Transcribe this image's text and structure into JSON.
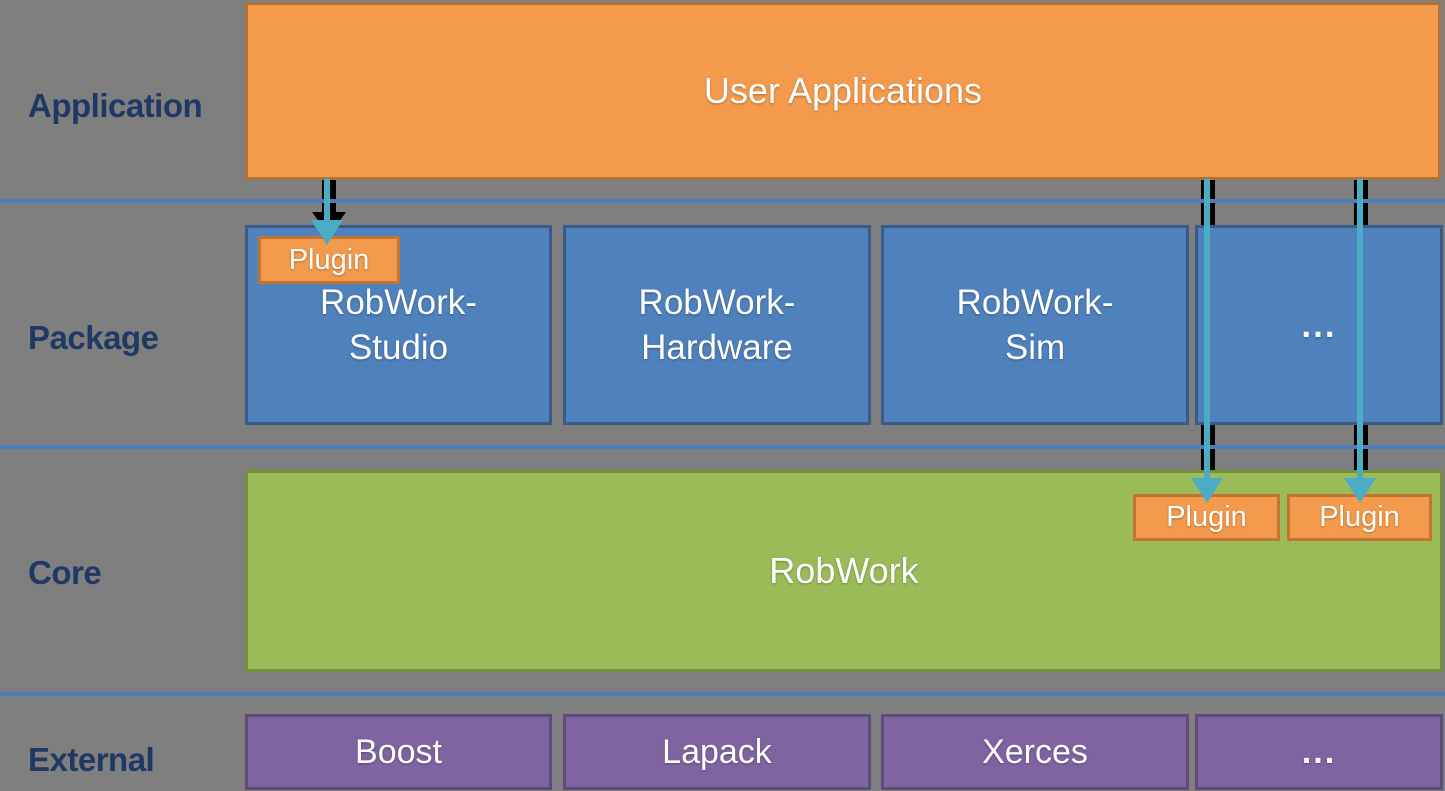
{
  "colors": {
    "bg": "#7F7F7F",
    "label_text": "#1F3864",
    "box_text": "#FFFFFF",
    "orange_fill": "#F49A4C",
    "orange_border": "#AC733B",
    "plugin_border": "#C17433",
    "blue_fill": "#4F81BD",
    "blue_border": "#3A5B87",
    "green_fill": "#9BBB59",
    "green_border": "#73913B",
    "purple_fill": "#8064A2",
    "purple_border": "#5E4A7B",
    "teal_arrow": "#4BACC6",
    "arrow_shadow": "#000000",
    "divider": "#4A7EBB"
  },
  "labels": {
    "application": "Application",
    "package": "Package",
    "core": "Core",
    "external": "External"
  },
  "application_layer": {
    "user_apps": "User Applications"
  },
  "package_layer": {
    "plugin": "Plugin",
    "boxes": [
      {
        "lines": [
          "RobWork-",
          "Studio"
        ]
      },
      {
        "lines": [
          "RobWork-",
          "Hardware"
        ]
      },
      {
        "lines": [
          "RobWork-",
          "Sim"
        ]
      },
      {
        "lines": [
          "..."
        ]
      }
    ]
  },
  "core_layer": {
    "robwork": "RobWork",
    "plugins": [
      "Plugin",
      "Plugin"
    ]
  },
  "external_layer": {
    "boxes": [
      "Boost",
      "Lapack",
      "Xerces",
      "..."
    ]
  }
}
